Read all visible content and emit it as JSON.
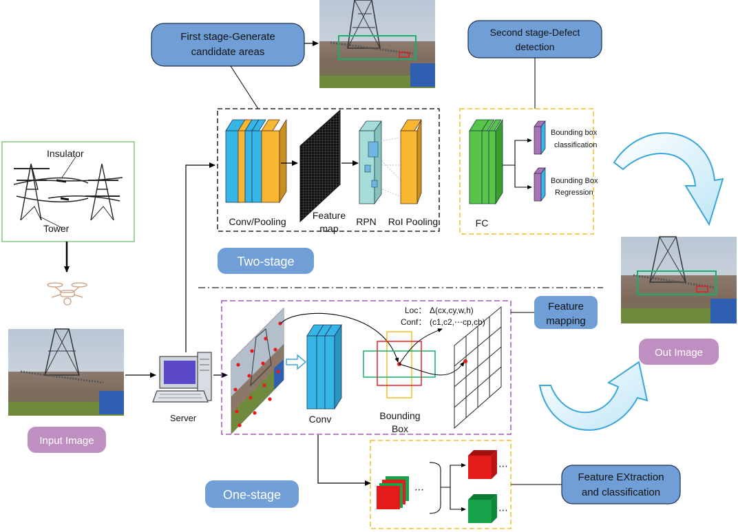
{
  "labels": {
    "first_stage_line1": "First stage-Generate",
    "first_stage_line2": "candidate areas",
    "second_stage_line1": "Second stage-Defect",
    "second_stage_line2": "detection",
    "insulator": "Insulator",
    "tower": "Tower",
    "input_image": "Input Image",
    "server": "Server",
    "conv_pooling": "Conv/Pooling",
    "feature_map_line1": "Feature",
    "feature_map_line2": "map",
    "rpn": "RPN",
    "roi_pooling": "RoI Pooling",
    "fc": "FC",
    "bbox_class_line1": "Bounding box",
    "bbox_class_line2": "classification",
    "bbox_reg_line1": "Bounding Box",
    "bbox_reg_line2": "Regression",
    "two_stage": "Two-stage",
    "one_stage": "One-stage",
    "out_image": "Out Image",
    "feature_mapping_line1": "Feature",
    "feature_mapping_line2": "mapping",
    "loc_prefix": "Loc：",
    "loc_value": "Δ(cx,cy,w,h)",
    "conf_prefix": "Conf：",
    "conf_value": "(c1,c2,⋯cp,cb)",
    "conv": "Conv",
    "bounding_box_line1": "Bounding",
    "bounding_box_line2": "Box",
    "feature_extraction_line1": "Feature EXtraction",
    "feature_extraction_line2": "and classification",
    "ellipsis": "⋯"
  },
  "colors": {
    "pill_blue": "#6f9fd6",
    "pill_purple": "#c08fc2",
    "layer_blue": "#35b6e6",
    "layer_yellow": "#f7b731",
    "layer_green": "#58c449",
    "layer_purple": "#a874b6",
    "rpn_teal": "#a6dcd9",
    "dashed_purple": "#9d58b3",
    "dashed_yellow": "#f0c020",
    "cube_red": "#e51b1b",
    "cube_green": "#17a34a",
    "cyan_arrow": "#3aa6d8"
  },
  "icons": [
    "transmission-tower-sketch",
    "drone-icon",
    "server-computer-icon",
    "curved-arrow-icon"
  ]
}
